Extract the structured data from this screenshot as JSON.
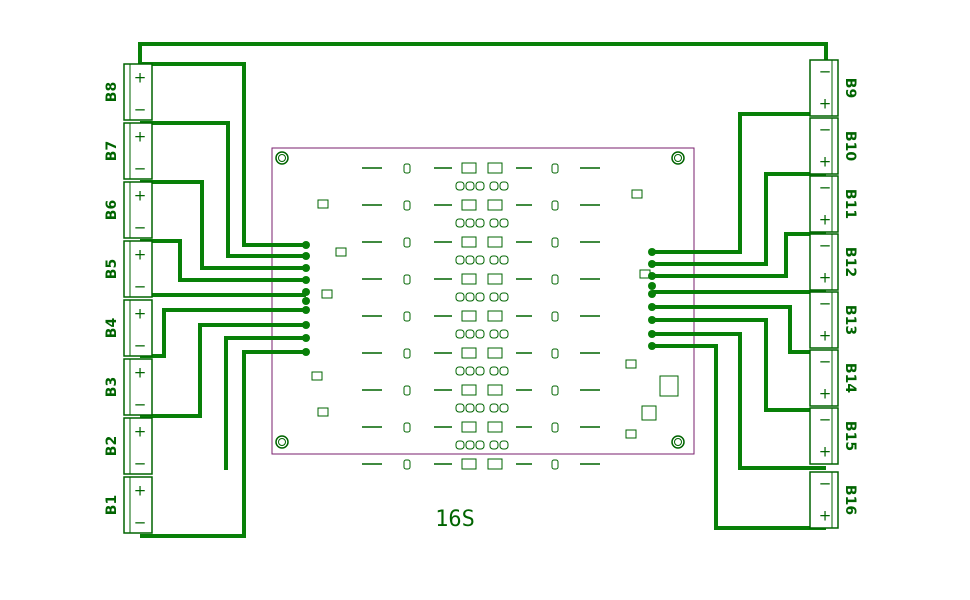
{
  "title": "16S",
  "colors": {
    "trace": "#088008",
    "silk": "#006400",
    "outline": "#7a1f6e",
    "pad": "#088008"
  },
  "left_connectors": [
    {
      "label": "B8",
      "plus": "+",
      "minus": "−"
    },
    {
      "label": "B7",
      "plus": "+",
      "minus": "−"
    },
    {
      "label": "B6",
      "plus": "+",
      "minus": "−"
    },
    {
      "label": "B5",
      "plus": "+",
      "minus": "−"
    },
    {
      "label": "B4",
      "plus": "+",
      "minus": "−"
    },
    {
      "label": "B3",
      "plus": "+",
      "minus": "−"
    },
    {
      "label": "B2",
      "plus": "+",
      "minus": "−"
    },
    {
      "label": "B1",
      "plus": "+",
      "minus": "−"
    }
  ],
  "right_connectors": [
    {
      "label": "B9",
      "plus": "+",
      "minus": "−"
    },
    {
      "label": "B10",
      "plus": "+",
      "minus": "−"
    },
    {
      "label": "B11",
      "plus": "+",
      "minus": "−"
    },
    {
      "label": "B12",
      "plus": "+",
      "minus": "−"
    },
    {
      "label": "B13",
      "plus": "+",
      "minus": "−"
    },
    {
      "label": "B14",
      "plus": "+",
      "minus": "−"
    },
    {
      "label": "B15",
      "plus": "+",
      "minus": "−"
    },
    {
      "label": "B16",
      "plus": "+",
      "minus": "−"
    }
  ]
}
